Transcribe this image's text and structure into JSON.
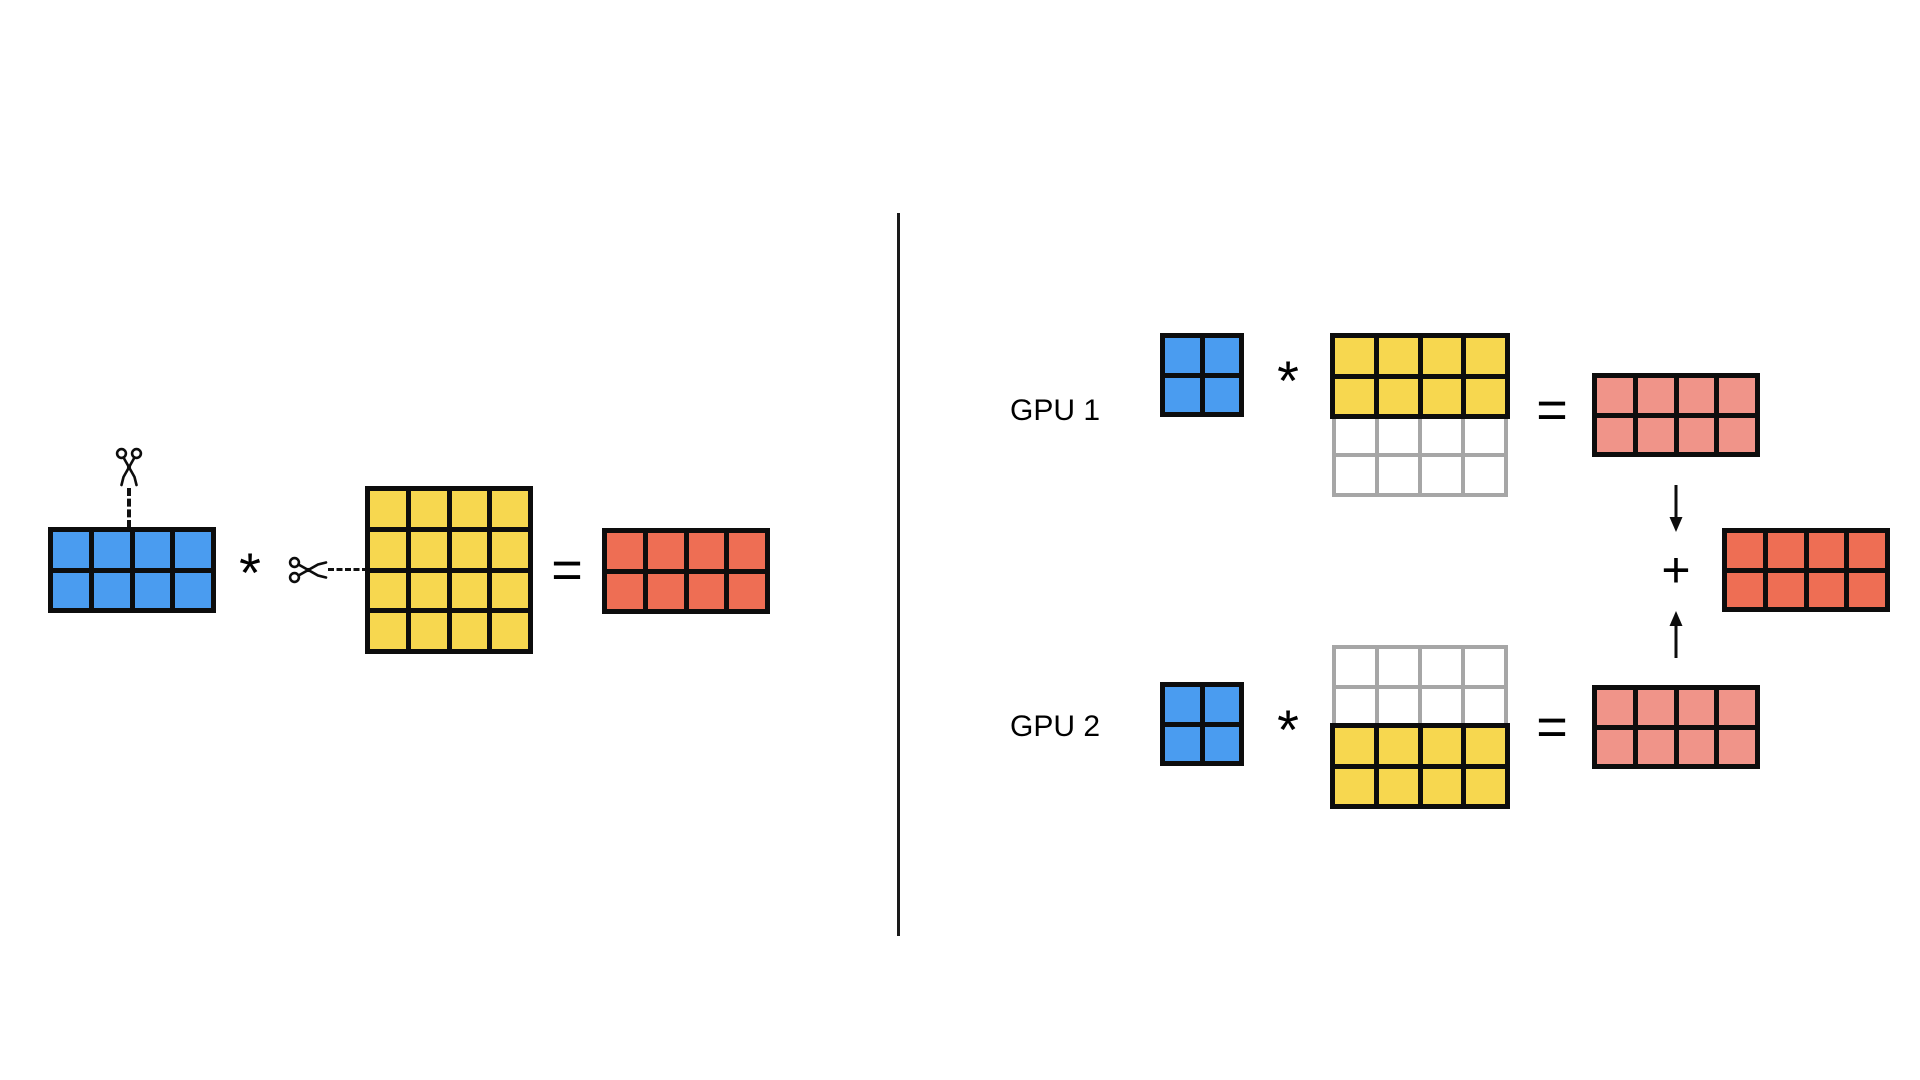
{
  "figure": {
    "title": "Tensor-parallel matrix multiplication split across two GPUs",
    "background": "#ffffff"
  },
  "colors": {
    "blue": "#4a9cf0",
    "yellow": "#f7d74f",
    "red": "#ee6e54",
    "pink": "#f09489",
    "black": "#0d0d0d",
    "gray": "#a6a6a6",
    "white": "#ffffff"
  },
  "left_panel": {
    "name": "unsplit-matmul",
    "operands": [
      {
        "id": "blue-input",
        "label": "blue-activation-matrix",
        "rows": 2,
        "cols": 4,
        "fill": "#4a9cf0",
        "border": "#0d0d0d"
      },
      {
        "id": "yellow-weight",
        "label": "yellow-weight-matrix",
        "rows": 4,
        "cols": 4,
        "fill": "#f7d74f",
        "border": "#0d0d0d"
      },
      {
        "id": "red-output",
        "label": "red-output-matrix",
        "rows": 2,
        "cols": 4,
        "fill": "#ee6e54",
        "border": "#0d0d0d"
      }
    ],
    "operators": {
      "multiply": "*",
      "equals": "="
    },
    "cuts": [
      {
        "id": "vertical-cut",
        "icon": "scissors-icon",
        "orientation": "vertical",
        "target": "blue-input",
        "meaning": "split columns"
      },
      {
        "id": "horizontal-cut",
        "icon": "scissors-icon",
        "orientation": "horizontal",
        "target": "yellow-weight",
        "meaning": "split rows"
      }
    ]
  },
  "right_panel": {
    "name": "split-matmul",
    "rows": [
      {
        "id": "gpu-1",
        "label": "GPU 1",
        "input": {
          "rows": 2,
          "cols": 2,
          "fill": "#4a9cf0",
          "border": "#0d0d0d"
        },
        "weight": {
          "rows": 4,
          "cols": 4,
          "active_rows": [
            0,
            1
          ],
          "active_fill": "#f7d74f",
          "active_border": "#0d0d0d",
          "inactive_fill": "#ffffff",
          "inactive_border": "#a6a6a6"
        },
        "output": {
          "rows": 2,
          "cols": 4,
          "fill": "#f09489",
          "border": "#0d0d0d"
        },
        "operators": {
          "multiply": "*",
          "equals": "="
        }
      },
      {
        "id": "gpu-2",
        "label": "GPU 2",
        "input": {
          "rows": 2,
          "cols": 2,
          "fill": "#4a9cf0",
          "border": "#0d0d0d"
        },
        "weight": {
          "rows": 4,
          "cols": 4,
          "active_rows": [
            2,
            3
          ],
          "active_fill": "#f7d74f",
          "active_border": "#0d0d0d",
          "inactive_fill": "#ffffff",
          "inactive_border": "#a6a6a6"
        },
        "output": {
          "rows": 2,
          "cols": 4,
          "fill": "#f09489",
          "border": "#0d0d0d"
        },
        "operators": {
          "multiply": "*",
          "equals": "="
        }
      }
    ],
    "reduction": {
      "id": "all-reduce",
      "operator": "+",
      "arrow_down": "arrow-down-icon",
      "arrow_up": "arrow-up-icon",
      "result": {
        "rows": 2,
        "cols": 4,
        "fill": "#ee6e54",
        "border": "#0d0d0d"
      }
    }
  },
  "divider": {
    "id": "panel-divider",
    "orientation": "vertical",
    "color": "#1a1a1a"
  }
}
